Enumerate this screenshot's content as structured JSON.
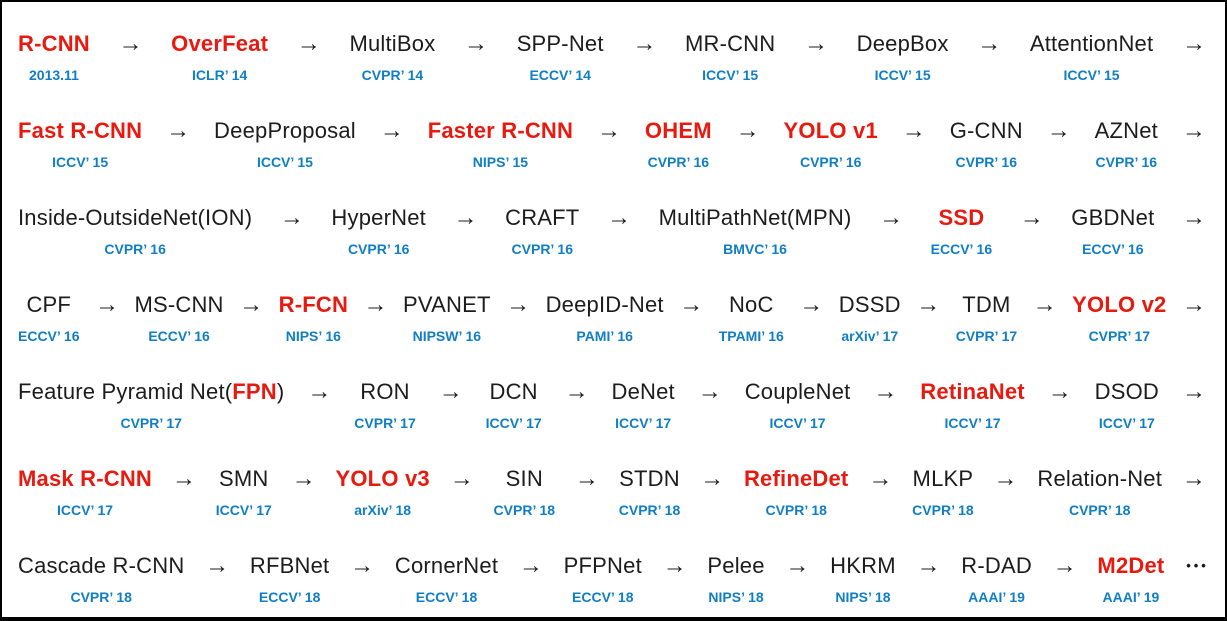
{
  "arrow": "→",
  "ellipsis": "•••",
  "colors": {
    "highlight_red": "#e8190f",
    "venue_blue": "#0f7ec4",
    "text_black": "#1c1c1c"
  },
  "rows": [
    {
      "trail": "arrow",
      "items": [
        {
          "name": "R-CNN",
          "red": true,
          "venue": "2013.11"
        },
        {
          "name": "OverFeat",
          "red": true,
          "venue": "ICLR’ 14"
        },
        {
          "name": "MultiBox",
          "red": false,
          "venue": "CVPR’ 14"
        },
        {
          "name": "SPP-Net",
          "red": false,
          "venue": "ECCV’ 14"
        },
        {
          "name": "MR-CNN",
          "red": false,
          "venue": "ICCV’ 15"
        },
        {
          "name": "DeepBox",
          "red": false,
          "venue": "ICCV’ 15"
        },
        {
          "name": "AttentionNet",
          "red": false,
          "venue": "ICCV’ 15"
        }
      ]
    },
    {
      "trail": "arrow",
      "items": [
        {
          "name": "Fast R-CNN",
          "red": true,
          "venue": "ICCV’ 15"
        },
        {
          "name": "DeepProposal",
          "red": false,
          "venue": "ICCV’ 15"
        },
        {
          "name": "Faster R-CNN",
          "red": true,
          "venue": "NIPS’ 15"
        },
        {
          "name": "OHEM",
          "red": true,
          "venue": "CVPR’ 16"
        },
        {
          "name": "YOLO v1",
          "red": true,
          "venue": "CVPR’ 16"
        },
        {
          "name": "G-CNN",
          "red": false,
          "venue": "CVPR’ 16"
        },
        {
          "name": "AZNet",
          "red": false,
          "venue": "CVPR’ 16"
        }
      ]
    },
    {
      "trail": "arrow",
      "items": [
        {
          "name": "Inside-OutsideNet(ION)",
          "red": false,
          "venue": "CVPR’ 16"
        },
        {
          "name": "HyperNet",
          "red": false,
          "venue": "CVPR’ 16"
        },
        {
          "name": "CRAFT",
          "red": false,
          "venue": "CVPR’ 16"
        },
        {
          "name": "MultiPathNet(MPN)",
          "red": false,
          "venue": "BMVC’ 16"
        },
        {
          "name": "SSD",
          "red": true,
          "venue": "ECCV’ 16"
        },
        {
          "name": "GBDNet",
          "red": false,
          "venue": "ECCV’ 16"
        }
      ]
    },
    {
      "trail": "arrow",
      "items": [
        {
          "name": "CPF",
          "red": false,
          "venue": "ECCV’ 16"
        },
        {
          "name": "MS-CNN",
          "red": false,
          "venue": "ECCV’ 16"
        },
        {
          "name": "R-FCN",
          "red": true,
          "venue": "NIPS’ 16"
        },
        {
          "name": "PVANET",
          "red": false,
          "venue": "NIPSW’ 16"
        },
        {
          "name": "DeepID-Net",
          "red": false,
          "venue": "PAMI’ 16"
        },
        {
          "name": "NoC",
          "red": false,
          "venue": "TPAMI’ 16"
        },
        {
          "name": "DSSD",
          "red": false,
          "venue": "arXiv’ 17"
        },
        {
          "name": "TDM",
          "red": false,
          "venue": "CVPR’ 17"
        },
        {
          "name": "YOLO v2",
          "red": true,
          "venue": "CVPR’ 17"
        }
      ]
    },
    {
      "trail": "arrow",
      "items": [
        {
          "parts": [
            {
              "t": "Feature Pyramid Net(",
              "red": false
            },
            {
              "t": "FPN",
              "red": true
            },
            {
              "t": ")",
              "red": false
            }
          ],
          "venue": "CVPR’ 17"
        },
        {
          "name": "RON",
          "red": false,
          "venue": "CVPR’ 17"
        },
        {
          "name": "DCN",
          "red": false,
          "venue": "ICCV’ 17"
        },
        {
          "name": "DeNet",
          "red": false,
          "venue": "ICCV’ 17"
        },
        {
          "name": "CoupleNet",
          "red": false,
          "venue": "ICCV’ 17"
        },
        {
          "name": "RetinaNet",
          "red": true,
          "venue": "ICCV’ 17"
        },
        {
          "name": "DSOD",
          "red": false,
          "venue": "ICCV’ 17"
        }
      ]
    },
    {
      "trail": "arrow",
      "items": [
        {
          "name": "Mask R-CNN",
          "red": true,
          "venue": "ICCV’ 17"
        },
        {
          "name": "SMN",
          "red": false,
          "venue": "ICCV’ 17"
        },
        {
          "name": "YOLO v3",
          "red": true,
          "venue": "arXiv’ 18"
        },
        {
          "name": "SIN",
          "red": false,
          "venue": "CVPR’ 18"
        },
        {
          "name": "STDN",
          "red": false,
          "venue": "CVPR’ 18"
        },
        {
          "name": "RefineDet",
          "red": true,
          "venue": "CVPR’ 18"
        },
        {
          "name": "MLKP",
          "red": false,
          "venue": "CVPR’ 18"
        },
        {
          "name": "Relation-Net",
          "red": false,
          "venue": "CVPR’ 18"
        }
      ]
    },
    {
      "trail": "ellipsis",
      "items": [
        {
          "name": "Cascade R-CNN",
          "red": false,
          "venue": "CVPR’ 18"
        },
        {
          "name": "RFBNet",
          "red": false,
          "venue": "ECCV’ 18"
        },
        {
          "name": "CornerNet",
          "red": false,
          "venue": "ECCV’ 18"
        },
        {
          "name": "PFPNet",
          "red": false,
          "venue": "ECCV’ 18"
        },
        {
          "name": "Pelee",
          "red": false,
          "venue": "NIPS’ 18"
        },
        {
          "name": "HKRM",
          "red": false,
          "venue": "NIPS’ 18"
        },
        {
          "name": "R-DAD",
          "red": false,
          "venue": "AAAI’ 19"
        },
        {
          "name": "M2Det",
          "red": true,
          "venue": "AAAI’ 19"
        }
      ]
    }
  ]
}
